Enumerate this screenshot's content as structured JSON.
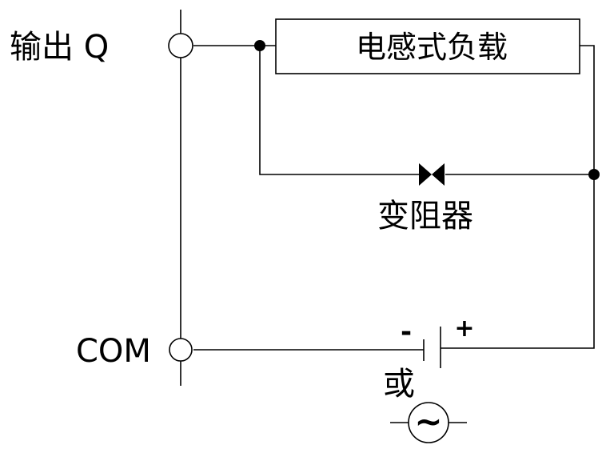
{
  "labels": {
    "output_q": "输出 Q",
    "com": "COM",
    "inductive_load": "电感式负载",
    "varistor": "变阻器",
    "minus": "-",
    "plus": "+",
    "or": "或",
    "ac_symbol": "~"
  }
}
